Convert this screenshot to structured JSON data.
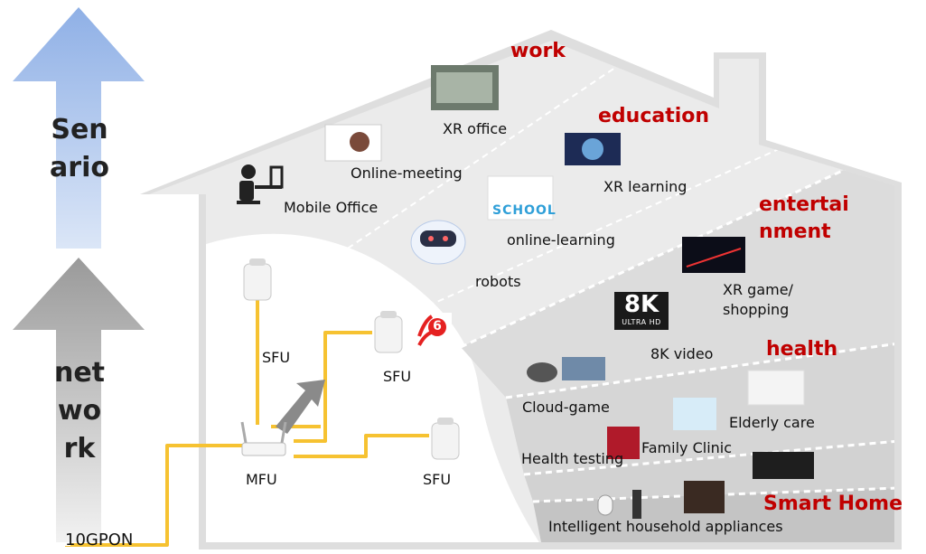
{
  "arrows": {
    "scenario_label": "Sen\nario",
    "network_label": "net\nwo\nrk"
  },
  "categories": {
    "work": "work",
    "education": "education",
    "entertainment": "entertai\nnment",
    "health": "health",
    "smart_home": "Smart Home"
  },
  "labels": {
    "xr_office": "XR office",
    "online_meeting": "Online-meeting",
    "mobile_office": "Mobile Office",
    "xr_learning": "XR learning",
    "online_learning": "online-learning",
    "robots": "robots",
    "xr_game": "XR game/\nshopping",
    "video_8k": "8K video",
    "cloud_game": "Cloud-game",
    "elderly_care": "Elderly care",
    "family_clinic": "Family Clinic",
    "health_testing": "Health testing",
    "household": "Intelligent household appliances"
  },
  "badges": {
    "k8_big": "8K",
    "k8_small": "ULTRA HD",
    "wifi6": "6",
    "school": "SCHOOL"
  },
  "network": {
    "sfu_top": "SFU",
    "sfu_mid": "SFU",
    "sfu_bottom": "SFU",
    "mfu": "MFU",
    "uplink": "10GPON"
  },
  "colors": {
    "scenario_arrow": "#a9c0ea",
    "network_arrow": "#bdbdbd",
    "fiber": "#f6c231",
    "category_text": "#c00000",
    "house": "#e9e9e9"
  }
}
